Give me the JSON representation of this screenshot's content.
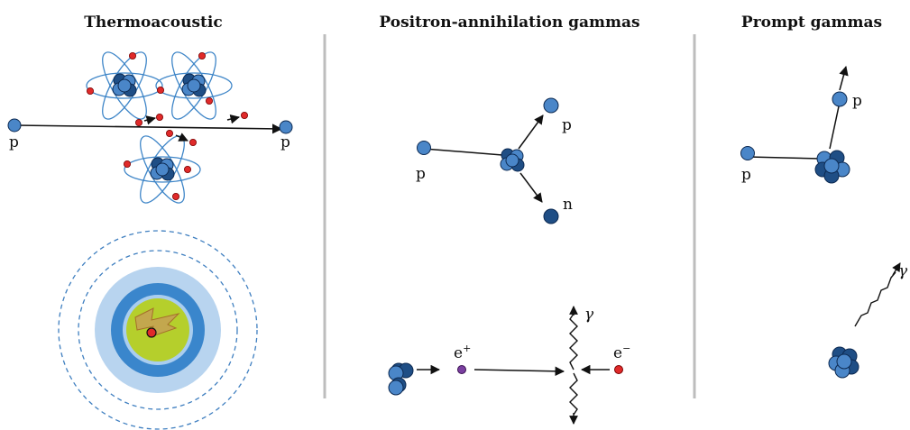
{
  "panels": {
    "thermoacoustic": {
      "title": "Thermoacoustic",
      "proton_left": "p",
      "proton_right": "p"
    },
    "positron": {
      "title": "Positron-annihilation gammas",
      "proton_in": "p",
      "proton_out": "p",
      "neutron": "n",
      "positron": "e",
      "positron_sign": "+",
      "electron": "e",
      "electron_sign": "−",
      "gamma": "γ"
    },
    "prompt": {
      "title": "Prompt gammas",
      "proton_in": "p",
      "proton_out": "p",
      "gamma": "γ"
    }
  },
  "colors": {
    "proton": "#4a86c8",
    "neutron": "#1f4e85",
    "electron": "#e02a2a",
    "positron": "#7a3fa0",
    "orbit": "#3f86c8",
    "divider": "#bdbdbd",
    "ring_outer": "#b8d4ef",
    "ring_mid": "#3a86cc",
    "ring_inner_edge": "#a9cdef",
    "core": "#b5cf2c",
    "bolt": "#c89a5a",
    "dashed": "#3f7fc0"
  }
}
